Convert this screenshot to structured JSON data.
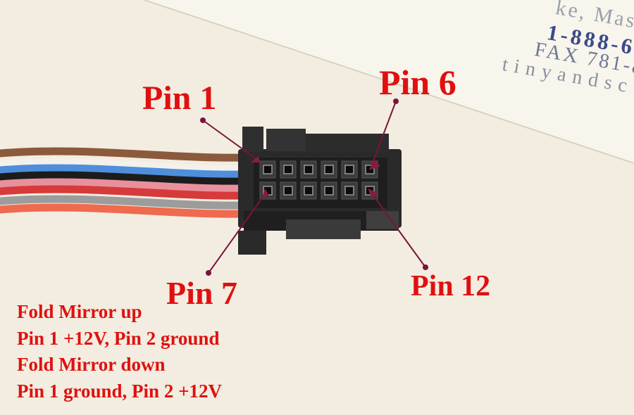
{
  "labels": {
    "pin1": "Pin 1",
    "pin6": "Pin 6",
    "pin7": "Pin 7",
    "pin12": "Pin 12"
  },
  "notes": [
    "Fold Mirror up",
    "Pin 1 +12V, Pin 2 ground",
    "Fold Mirror down",
    "Pin 1 ground, Pin 2 +12V"
  ],
  "card_text": [
    "ke, Mas",
    "1-888-6",
    "FAX 781-8",
    "tinyandsc"
  ],
  "colors": {
    "label_red": "#e01010",
    "pointer": "#7a1438",
    "connector": "#262626",
    "card": "#f8f5ec",
    "background": "#f2ede0"
  },
  "wires": {
    "colors": [
      "#8b5a3c",
      "#f4f1ec",
      "#4f8edb",
      "#1c1c1c",
      "#e8919c",
      "#d63a3a",
      "#9c9c9c",
      "#ef6a4e"
    ]
  },
  "connector": {
    "rows": 2,
    "cols": 6
  }
}
